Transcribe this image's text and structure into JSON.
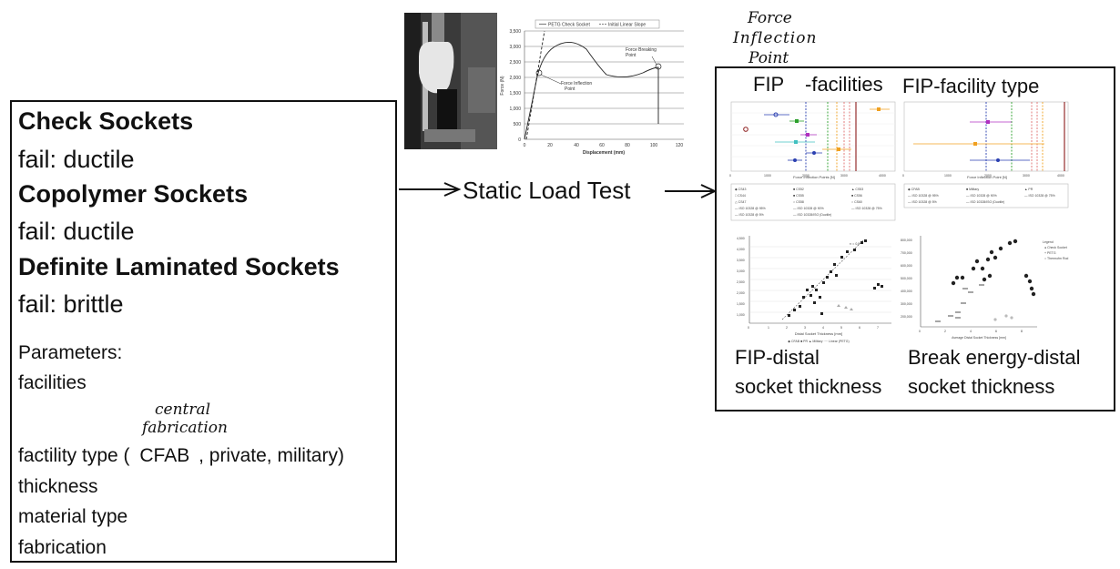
{
  "left_box": {
    "sockets": [
      {
        "title": "Check Sockets",
        "fail": "fail: ductile"
      },
      {
        "title": "Copolymer Sockets",
        "fail": "fail: ductile"
      },
      {
        "title": "Definite Laminated Sockets",
        "fail": "fail: brittle"
      }
    ],
    "params_header": "Parameters:",
    "param_facilities": "facilities",
    "annotation_line1": "central",
    "annotation_line2": "fabrication",
    "param_type_pre": "factility type (",
    "param_type_abbr": "CFAB",
    "param_type_post": ", private, military)",
    "param_thickness": "thickness",
    "param_material": "material type",
    "param_fabrication": "fabrication"
  },
  "middle": {
    "label": "Static Load Test",
    "graph": {
      "legend_1": "PETG Check Socket",
      "legend_2": "Initial Linear Slope",
      "ylabel": "Force (N)",
      "xlabel": "Displacement (mm)",
      "y_ticks": [
        "0",
        "500",
        "1,000",
        "1,500",
        "2,000",
        "2,500",
        "3,000",
        "3,500"
      ],
      "x_ticks": [
        "0",
        "20",
        "40",
        "60",
        "80",
        "100",
        "120"
      ],
      "annot_inflection_1": "Force Inflection",
      "annot_inflection_2": "Point",
      "annot_break_1": "Force Breaking",
      "annot_break_2": "Point"
    }
  },
  "right_box": {
    "annotation_1": "Force",
    "annotation_2": "Inflection",
    "annotation_3": "Point",
    "title_left_a": "FIP",
    "title_left_b": "-facilities",
    "title_right": "FIP-facility type",
    "caption_left_1": "FIP-distal",
    "caption_left_2": "socket thickness",
    "caption_right_1": "Break energy-distal",
    "caption_right_2": "socket thickness"
  },
  "colors": {
    "line": "#111111",
    "red_line": "#8b1a1a",
    "green": "#2ca02c",
    "orange": "#f0a020",
    "blue": "#2a3fb0",
    "pink": "#e07070"
  }
}
